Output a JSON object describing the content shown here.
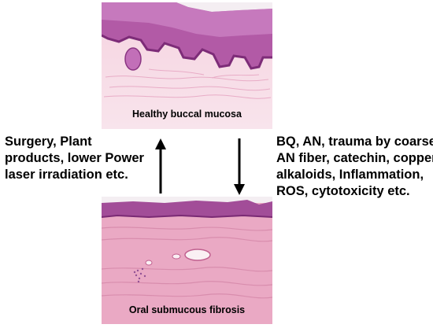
{
  "top_image": {
    "caption": "Healthy buccal mucosa"
  },
  "bottom_image": {
    "caption": "Oral submucous fibrosis"
  },
  "left_text": {
    "lines": [
      "Surgery, Plant",
      "products, lower Power",
      "laser irradiation etc."
    ]
  },
  "right_text": {
    "lines": [
      "BQ, AN, trauma by coarse",
      "AN fiber, catechin, copper,",
      "alkaloids, Inflammation,",
      "ROS, cytotoxicity etc."
    ]
  },
  "colors": {
    "epithelium": "#9b3f93",
    "stroma": "#f3c6d6",
    "fibrotic_stroma": "#e9a3bf",
    "arrow": "#000000"
  }
}
